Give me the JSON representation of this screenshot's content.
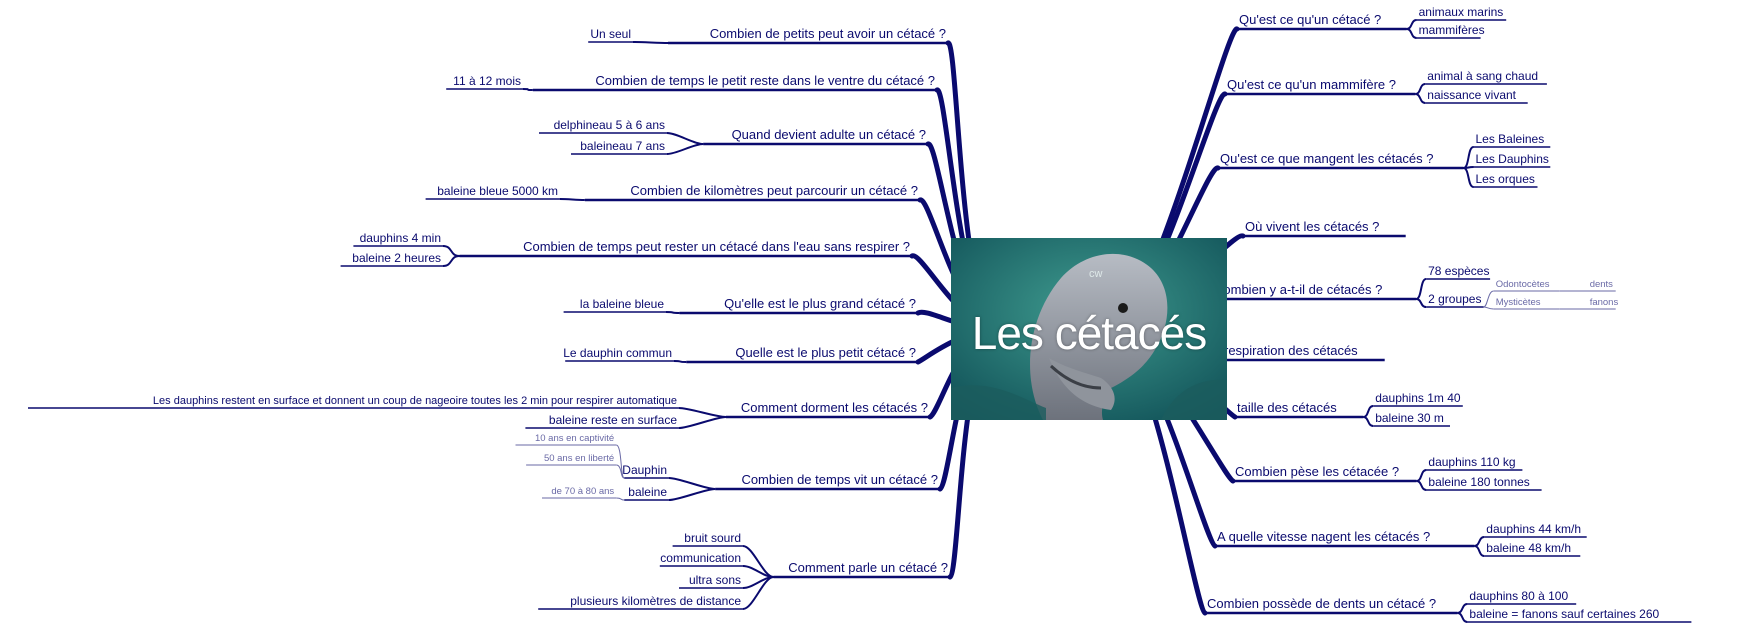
{
  "center": {
    "title": "Les cétacés",
    "small_text": "cw"
  },
  "colors": {
    "branch": "#0a0a6e",
    "text": "#0a0a6e",
    "thin": "#6a6aa6"
  },
  "left": [
    {
      "q": "Combien de petits peut avoir un cétacé ?",
      "a": [
        "Un seul"
      ]
    },
    {
      "q": "Combien de temps le petit reste dans le ventre du cétacé ?",
      "a": [
        "11 à 12 mois"
      ]
    },
    {
      "q": "Quand devient adulte un cétacé ?",
      "a": [
        "delphineau 5 à 6 ans",
        "baleineau 7 ans"
      ]
    },
    {
      "q": "Combien de kilomètres peut parcourir un cétacé ?",
      "a": [
        "baleine bleue 5000 km"
      ]
    },
    {
      "q": "Combien de temps peut rester un cétacé dans l'eau sans respirer ?",
      "a": [
        "dauphins 4 min",
        "baleine 2 heures"
      ]
    },
    {
      "q": "Qu'elle est le plus grand cétacé ?",
      "a": [
        "la baleine bleue"
      ]
    },
    {
      "q": "Quelle est le plus petit cétacé ?",
      "a": [
        "Le dauphin commun"
      ]
    },
    {
      "q": "Comment dorment les cétacés ?",
      "a": [
        "Les dauphins restent en surface et donnent un coup de nageoire toutes les 2 min pour respirer automatique",
        "baleine reste en surface"
      ]
    },
    {
      "q": "Combien de temps vit un cétacé ?",
      "a": [
        "Dauphin",
        "baleine"
      ],
      "sub": [
        [
          "10 ans en captivité",
          "50 ans en liberté"
        ],
        [
          "de 70 à 80 ans"
        ]
      ]
    },
    {
      "q": "Comment parle un cétacé ?",
      "a": [
        "bruit sourd",
        "communication",
        "ultra sons",
        "plusieurs kilomètres de distance"
      ]
    }
  ],
  "right": [
    {
      "q": "Qu'est ce qu'un cétacé ?",
      "a": [
        "animaux marins",
        "mammifères"
      ]
    },
    {
      "q": "Qu'est ce qu'un mammifère ?",
      "a": [
        "animal à sang chaud",
        "naissance vivant"
      ]
    },
    {
      "q": "Qu'est ce que mangent les cétacés ?",
      "a": [
        "Les Baleines",
        "Les Dauphins",
        "Les orques"
      ]
    },
    {
      "q": "Où vivent les cétacés ?",
      "a": []
    },
    {
      "q": "Combien y a-t-il de cétacés ?",
      "a": [
        "78 espèces",
        "2 groupes"
      ],
      "sub": [
        [],
        [
          "Odontocètes",
          "Mysticètes"
        ]
      ],
      "subsub": [
        "dents",
        "fanons"
      ]
    },
    {
      "q": "respiration des cétacés",
      "a": []
    },
    {
      "q": "taille des cétacés",
      "a": [
        "dauphins 1m 40",
        "baleine 30 m"
      ]
    },
    {
      "q": "Combien pèse les cétacée ?",
      "a": [
        "dauphins 110 kg",
        "baleine 180 tonnes"
      ]
    },
    {
      "q": "A quelle vitesse nagent les cétacés ?",
      "a": [
        "dauphins 44 km/h",
        "baleine 48 km/h"
      ]
    },
    {
      "q": "Combien possède de dents un cétacé ?",
      "a": [
        "dauphins 80 à 100",
        "baleine = fanons sauf certaines 260"
      ]
    }
  ]
}
